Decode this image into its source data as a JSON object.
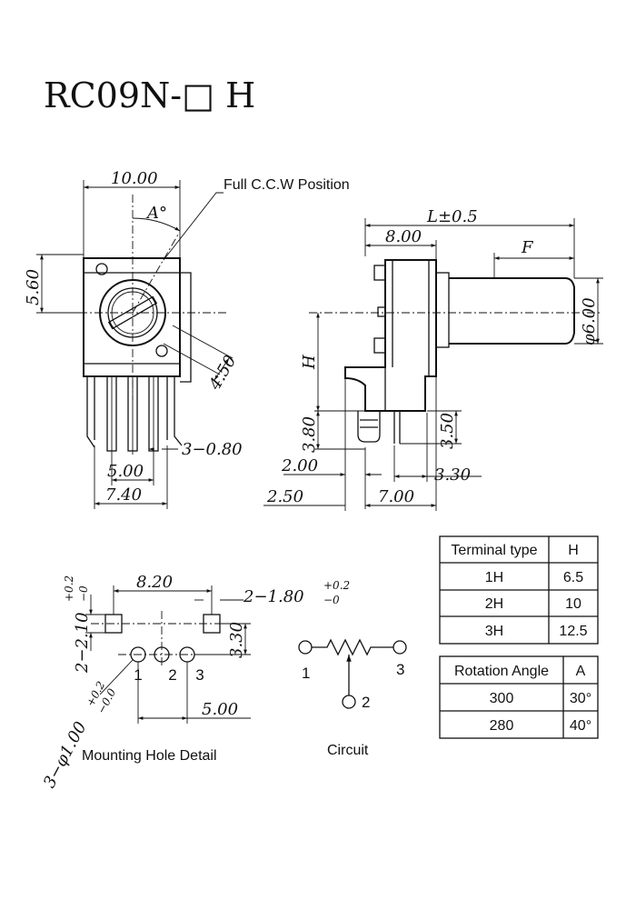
{
  "title": "RC09N-□ H",
  "front_view": {
    "dim_width": "10.00",
    "dim_height": "5.60",
    "angle_label": "A°",
    "ccw_label": "Full C.C.W Position",
    "dim_diag": "4.50",
    "dim_pins": "3−0.80",
    "dim_pitch": "5.00",
    "dim_span": "7.40"
  },
  "side_view": {
    "dim_L": "L±0.5",
    "dim_body": "8.00",
    "dim_F": "F",
    "dim_shaft": "φ6.00",
    "dim_H": "H",
    "dim_380": "3.80",
    "dim_350": "3.50",
    "dim_200": "2.00",
    "dim_330": "3.30",
    "dim_250": "2.50",
    "dim_700": "7.00"
  },
  "terminal_table": {
    "headers": [
      "Terminal type",
      "H"
    ],
    "rows": [
      [
        "1H",
        "6.5"
      ],
      [
        "2H",
        "10"
      ],
      [
        "3H",
        "12.5"
      ]
    ]
  },
  "rotation_table": {
    "headers": [
      "Rotation Angle",
      "A"
    ],
    "rows": [
      [
        "300",
        "30°"
      ],
      [
        "280",
        "40°"
      ]
    ]
  },
  "mounting": {
    "dim_210": "2−2.10",
    "dim_210_tol_plus": "+0.2",
    "dim_210_tol_minus": "−0",
    "dim_820": "8.20",
    "dim_180": "2−1.80",
    "dim_180_tol_plus": "+0.2",
    "dim_180_tol_minus": "−0",
    "dim_330": "3.30",
    "dim_100": "3−φ1.00",
    "dim_100_tol_plus": "+0.2",
    "dim_100_tol_minus": "−0.0",
    "dim_500": "5.00",
    "pins": [
      "1",
      "2",
      "3"
    ],
    "caption": "Mounting Hole Detail"
  },
  "circuit": {
    "pins": [
      "1",
      "2",
      "3"
    ],
    "caption": "Circuit"
  }
}
